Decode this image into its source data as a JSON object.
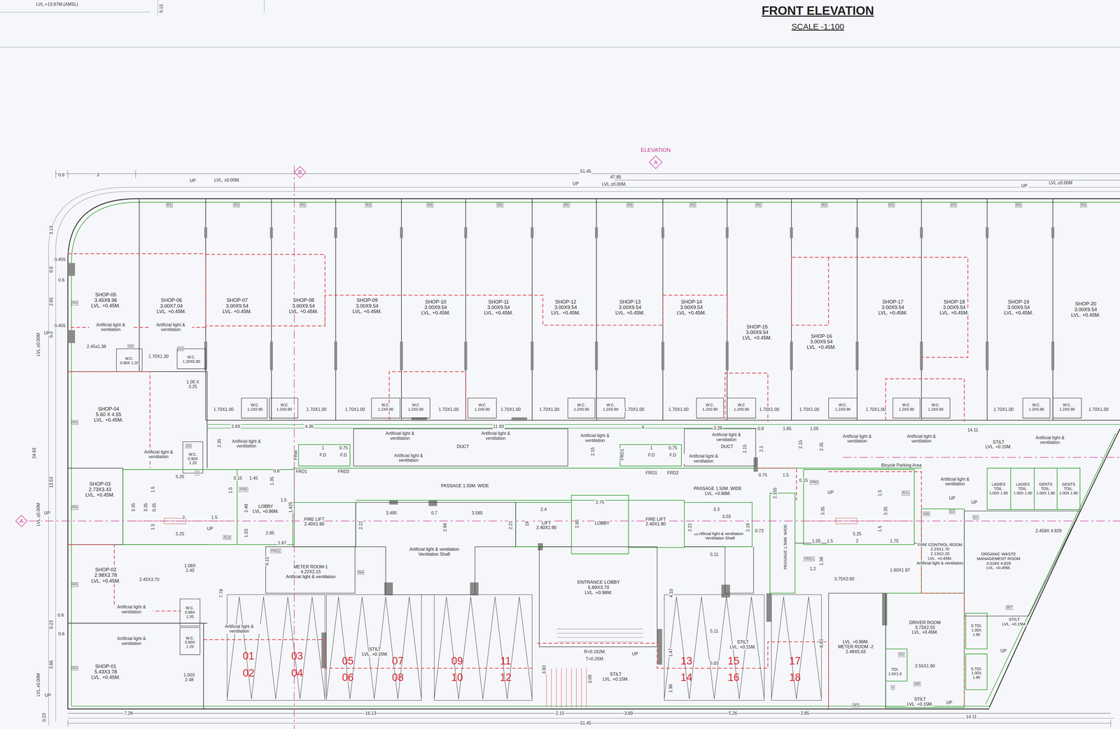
{
  "diagram": {
    "title": "FRONT ELEVATION",
    "caption": "SCALE -1:100",
    "nodes": [
      {
        "text": [
          "SHOP-05",
          "3.45X8.96",
          "LVL. +0.45M."
        ]
      },
      {
        "text": [
          "SHOP-06",
          "3.00X7.04",
          "LVL. +0.45M."
        ]
      },
      {
        "text": [
          "SHOP-07",
          "3.00X9.54",
          "LVL. +0.45M."
        ]
      },
      {
        "text": [
          "SHOP-08",
          "3.00X9.54",
          "LVL. +0.45M."
        ]
      },
      {
        "text": [
          "SHOP-09",
          "3.00X9.54",
          "LVL. +0.45M."
        ]
      },
      {
        "text": [
          "SHOP-10",
          "3.00X9.54",
          "LVL. +0.45M."
        ]
      },
      {
        "text": [
          "SHOP-11",
          "3.00X9.54",
          "LVL. +0.45M."
        ]
      },
      {
        "text": [
          "SHOP-12",
          "3.00X9.54",
          "LVL. +0.45M."
        ]
      },
      {
        "text": [
          "SHOP-13",
          "3.00X9.54",
          "LVL. +0.45M."
        ]
      },
      {
        "text": [
          "SHOP-14",
          "3.00X9.54",
          "LVL. +0.45M."
        ]
      },
      {
        "text": [
          "SHOP-15",
          "3.00X9.54",
          "LVL. +0.45M."
        ]
      },
      {
        "text": [
          "SHOP-16",
          "3.00X9.54",
          "LVL. +0.45M."
        ]
      },
      {
        "text": [
          "SHOP-17",
          "3.00X9.54",
          "LVL. +0.45M."
        ]
      },
      {
        "text": [
          "SHOP-18",
          "3.00X9.54",
          "LVL. +0.45M."
        ]
      },
      {
        "text": [
          "SHOP-19",
          "3.00X9.54",
          "LVL. +0.45M."
        ]
      },
      {
        "text": [
          "SHOP-20",
          "3.00X9.54",
          "LVL. +0.45M."
        ]
      },
      {
        "text": [
          "SHOP-04",
          "5.60 X 4.55",
          "LVL. +0.45M."
        ]
      },
      {
        "text": [
          "SHOP-03",
          "2.73X3.43",
          "LVL. +0.45M."
        ]
      },
      {
        "text": [
          "SHOP-02",
          "2.98X3.78",
          "LVL. +0.45M."
        ]
      },
      {
        "text": [
          "SHOP-01",
          "5.43X3.78",
          "LVL. +0.45M."
        ]
      },
      {
        "text": [
          "LOBBY",
          "LVL. +0.96M."
        ]
      },
      {
        "text": [
          "FIRE LIFT",
          "2.40X1.90"
        ]
      },
      {
        "text": [
          "LIFT",
          "2.40X1.90"
        ]
      },
      {
        "text": [
          "LOBBY"
        ]
      },
      {
        "text": [
          "FIRE LIFT",
          "2.40X1.90"
        ]
      },
      {
        "text": [
          "METER ROOM-1",
          "4.22X2.15",
          "Artificial light & ventilation"
        ]
      },
      {
        "text": [
          "Artificial light & ventilation",
          "Ventilation Shaft"
        ]
      },
      {
        "text": [
          "ENTRANCE LOBBY",
          "5.69X3.70",
          "LVL. +0.96M."
        ]
      },
      {
        "text": [
          "Artificial light & ventilation",
          "Ventilation Shaft"
        ]
      },
      {
        "text": [
          "DUCT"
        ]
      },
      {
        "text": [
          "DUCT"
        ]
      },
      {
        "text": [
          "PASSAGE 1.50M. WIDE"
        ]
      },
      {
        "text": [
          "PASSAGE 1.50M. WIDE",
          "LVL. +0.96M."
        ]
      },
      {
        "text": [
          "PASSAGE 1.50M. WIDE"
        ]
      },
      {
        "text": [
          "FIRE CONTROL ROOM",
          "2.23X1.70",
          "2.13X2.20",
          "LVL. +0.45M.",
          "Artificial light & ventilation"
        ]
      },
      {
        "text": [
          "ORGANIC WASTE MANAGEMENT ROOM",
          "3.018X 4.829",
          "LVL. +0.45M."
        ]
      },
      {
        "text": [
          "DRIVER ROOM",
          "3.73X2.55",
          "LVL. +0.45M."
        ]
      },
      {
        "text": [
          "LVL. +0.96M.",
          "METER ROOM -2",
          "2.48X5.03"
        ]
      },
      {
        "text": [
          "LADIES TOIL.",
          "1.00X 1.80"
        ]
      },
      {
        "text": [
          "LADIES TOIL.",
          "1.00X 1.80"
        ]
      },
      {
        "text": [
          "GENTS TOIL.",
          "1.00X 1.80"
        ]
      },
      {
        "text": [
          "GENTS TOIL.",
          "1.00X 1.80"
        ]
      },
      {
        "text": [
          "S.TOI.",
          "1.00X 1.80"
        ]
      },
      {
        "text": [
          "S.TOI.",
          "1.00X 1.80"
        ]
      },
      {
        "text": [
          "TOI.",
          "1.0X1.8"
        ]
      },
      {
        "text": [
          "STILT",
          "LVL. +0.15M."
        ]
      },
      {
        "text": [
          "STILT",
          "LVL. +0.15M."
        ]
      },
      {
        "text": [
          "STILT",
          "LVL. +0.15M."
        ]
      },
      {
        "text": [
          "STILT",
          "LVL. +0.15M."
        ]
      },
      {
        "text": [
          "STILT",
          "LVL. +0.15M."
        ]
      },
      {
        "text": [
          "STILT",
          "LVL. +0.15M."
        ]
      },
      {
        "text": [
          "W.C.",
          "0.90X 1.20"
        ]
      },
      {
        "text": [
          "W.C.",
          "1.20X0.90"
        ]
      },
      {
        "text": [
          "W.C.",
          "1.2X0.90"
        ]
      },
      {
        "text": [
          "W.C",
          "1.2X0.90"
        ]
      },
      {
        "text": [
          "W.C.",
          "1.2X0.90"
        ]
      },
      {
        "text": [
          "W.C",
          "1.2X0.90"
        ]
      },
      {
        "text": [
          "W.C",
          "1.2X0.90"
        ]
      },
      {
        "text": [
          "W.C.",
          "1.2X0.90"
        ]
      },
      {
        "text": [
          "W.C.",
          "1.2X0.90"
        ]
      },
      {
        "text": [
          "W.C.",
          "1.2X0.90"
        ]
      },
      {
        "text": [
          "W.C",
          "1.2X0.90"
        ]
      },
      {
        "text": [
          "W.C.",
          "1.2X0.90"
        ]
      },
      {
        "text": [
          "W.C.",
          "1.2X0.90"
        ]
      },
      {
        "text": [
          "W.C.",
          "1.2X0.90"
        ]
      },
      {
        "text": [
          "W.C.",
          "1.2X0.90"
        ]
      },
      {
        "text": [
          "W.C.",
          "1.2X0.90"
        ]
      },
      {
        "text": [
          "W.C.",
          "0.90X 1.20"
        ]
      },
      {
        "text": [
          "W.C.",
          "0.98X 1.20"
        ]
      },
      {
        "text": [
          "W.C.",
          "0.90X 1.20"
        ]
      }
    ],
    "labels": [
      "LVL.+13.97M.(AMSL)",
      "0.15",
      "ELEVATION",
      "A",
      "B",
      "A",
      "0.6",
      "3",
      "51.45",
      "UP",
      "LVL. ±0.00M.",
      "47.85",
      "UP",
      "LVL.±0.00M.",
      "UP",
      "LVL.±0.00M",
      "RS",
      "RS",
      "RS",
      "RS",
      "RS",
      "RS",
      "RS",
      "RS",
      "RS",
      "RS",
      "RS",
      "RS",
      "RS",
      "RS",
      "RS",
      "RS",
      "RS",
      "RS",
      "RS",
      "RS",
      "3.13",
      "0.455",
      "0.6",
      "0.6",
      "2.65",
      "0.455",
      "0.6",
      "UP",
      "LVL.±0.00M",
      "24.63",
      "13.53",
      "LVL.±0.00M",
      "UP",
      "0.6",
      "0.23",
      "0.6",
      "3.66",
      "LVL.±0.00M",
      "UP",
      "0.23",
      "Artificial light & ventilation",
      "Artificial light & ventilation",
      "2.45x1.38",
      "D3",
      "1.70X1.30",
      "D3",
      "1.00 X 3.25",
      "Artificial light & ventilation",
      "D3",
      "V",
      "1.70X1.00",
      "1.70X1.00",
      "1.70X1.00",
      "1.70X1.00",
      "1.70X1.00",
      "1.70X1.00",
      "1.70X1.00",
      "1.70X1.00",
      "1.70X1.00",
      "1.70X1.00",
      "1.70X1.00",
      "1.70X1.00",
      "1.70X1.00",
      "2.83",
      "4.35",
      "11.93",
      "4",
      "3.28",
      "0.9",
      "1.65",
      "1.05",
      "14.11",
      "Artificial light & ventilation",
      "Artificial light & ventilation",
      "Artificial light & ventilation",
      "Artificial light & ventilation",
      "Artificial light & ventilation",
      "Artificial light & ventilation",
      "Artificial light & ventilation",
      "Artificial light & ventilation",
      "Artificial light & ventilation",
      "Artificial light & ventilation",
      "Artificial light & ventilation",
      "Artificial light & ventilation",
      "Artificial light & ventilation",
      "Artificial light & ventilation",
      "2.35",
      "2.15",
      "2.15",
      "2.1",
      "2.15",
      "2.35",
      "FRW",
      "1",
      "F.D",
      "0.75",
      "F.D",
      "FRD1",
      "FRD2",
      "FRD1",
      "1",
      "F.D",
      "0.75",
      "F.D",
      "FRD1",
      "FRD2",
      "Bicycle Parking Area",
      "3.35",
      "1.5",
      "3.35",
      "0.35",
      "1.5",
      "5.25",
      "2",
      "1.5",
      "5.25",
      "UP",
      "RJ3",
      "0.15",
      "1.45",
      "0.8",
      "1.35",
      "1.5",
      "FRD",
      "2.48",
      "1.5",
      "1.425",
      "1.03",
      "2.85",
      "1.67",
      "FRD1",
      "0.15",
      "3.495",
      "0.7",
      "3.585",
      "2.21",
      "2.94",
      "2.21",
      "2.4",
      "19",
      "2.85",
      "2.75",
      "W4",
      "3.3",
      "3.03",
      "2.21",
      "3",
      "2.16",
      "0.73",
      "5.11",
      "0.75",
      "1.5",
      "0.15",
      "FRD",
      "2.155",
      "UP",
      "RJ1",
      "3.35",
      "1.5",
      "3.35",
      "1.5",
      "5.25",
      "1.05",
      "1.5",
      "2",
      "1.75",
      "FRD1",
      "1.38",
      "1.2",
      "3.75X2.60",
      "1.60X1.97",
      "W8",
      "D2",
      "UP",
      "UP",
      "D1",
      "2.458X 4.829",
      "1.08X 2.40",
      "2.45X3.70",
      "1.00X 2.48",
      "7.78",
      "4.33",
      "5.11",
      "6.83",
      "1.47",
      "5.03",
      "1.96",
      "3.93",
      "3.08",
      "R=0.162M.",
      "T=0.25M.",
      "UP",
      "UP",
      "UP",
      "W5",
      "W3",
      "W7",
      "D3",
      "V",
      "2.55X1.90",
      "7.26",
      "16.13",
      "2.15",
      "3.69",
      "5.26",
      "2.85",
      "51.45",
      "14.11",
      "01",
      "02",
      "03",
      "04",
      "05",
      "06",
      "07",
      "08",
      "09",
      "10",
      "11",
      "12",
      "13",
      "14",
      "15",
      "16",
      "17",
      "18"
    ]
  }
}
